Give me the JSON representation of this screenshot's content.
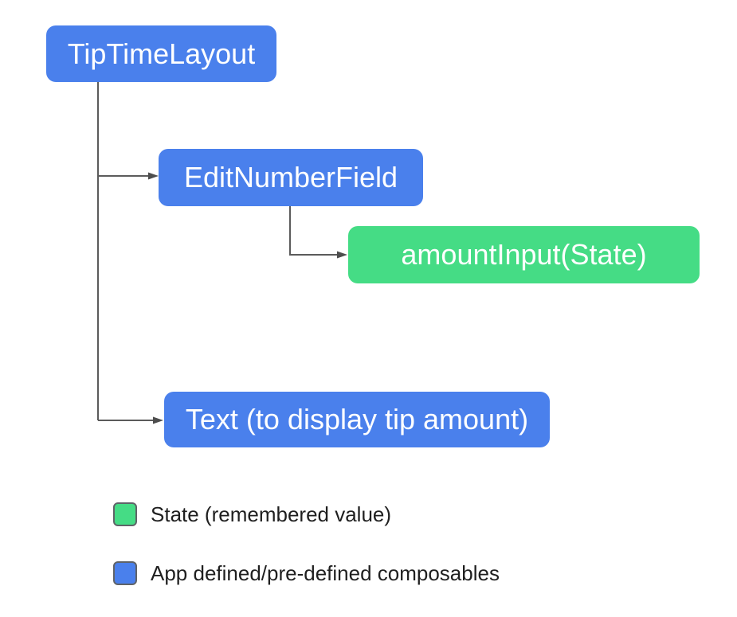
{
  "diagram": {
    "nodes": [
      {
        "label": "TipTimeLayout",
        "kind": "composable"
      },
      {
        "label": "EditNumberField",
        "kind": "composable"
      },
      {
        "label": "amountInput(State)",
        "kind": "state"
      },
      {
        "label": "Text (to display tip amount)",
        "kind": "composable"
      }
    ],
    "edges": [
      {
        "from": "TipTimeLayout",
        "to": "EditNumberField"
      },
      {
        "from": "TipTimeLayout",
        "to": "Text (to display tip amount)"
      },
      {
        "from": "EditNumberField",
        "to": "amountInput(State)"
      }
    ],
    "legend": [
      {
        "label": "State (remembered value)",
        "color": "#45dc85"
      },
      {
        "label": "App defined/pre-defined composables",
        "color": "#4a80ec"
      }
    ],
    "colors": {
      "composable_fill": "#4a80ec",
      "state_fill": "#45dc85",
      "node_text": "#ffffff",
      "connector": "#5b5b5b",
      "arrowhead": "#4d4d4d",
      "legend_text": "#1f1f1f",
      "background": "#ffffff"
    }
  }
}
